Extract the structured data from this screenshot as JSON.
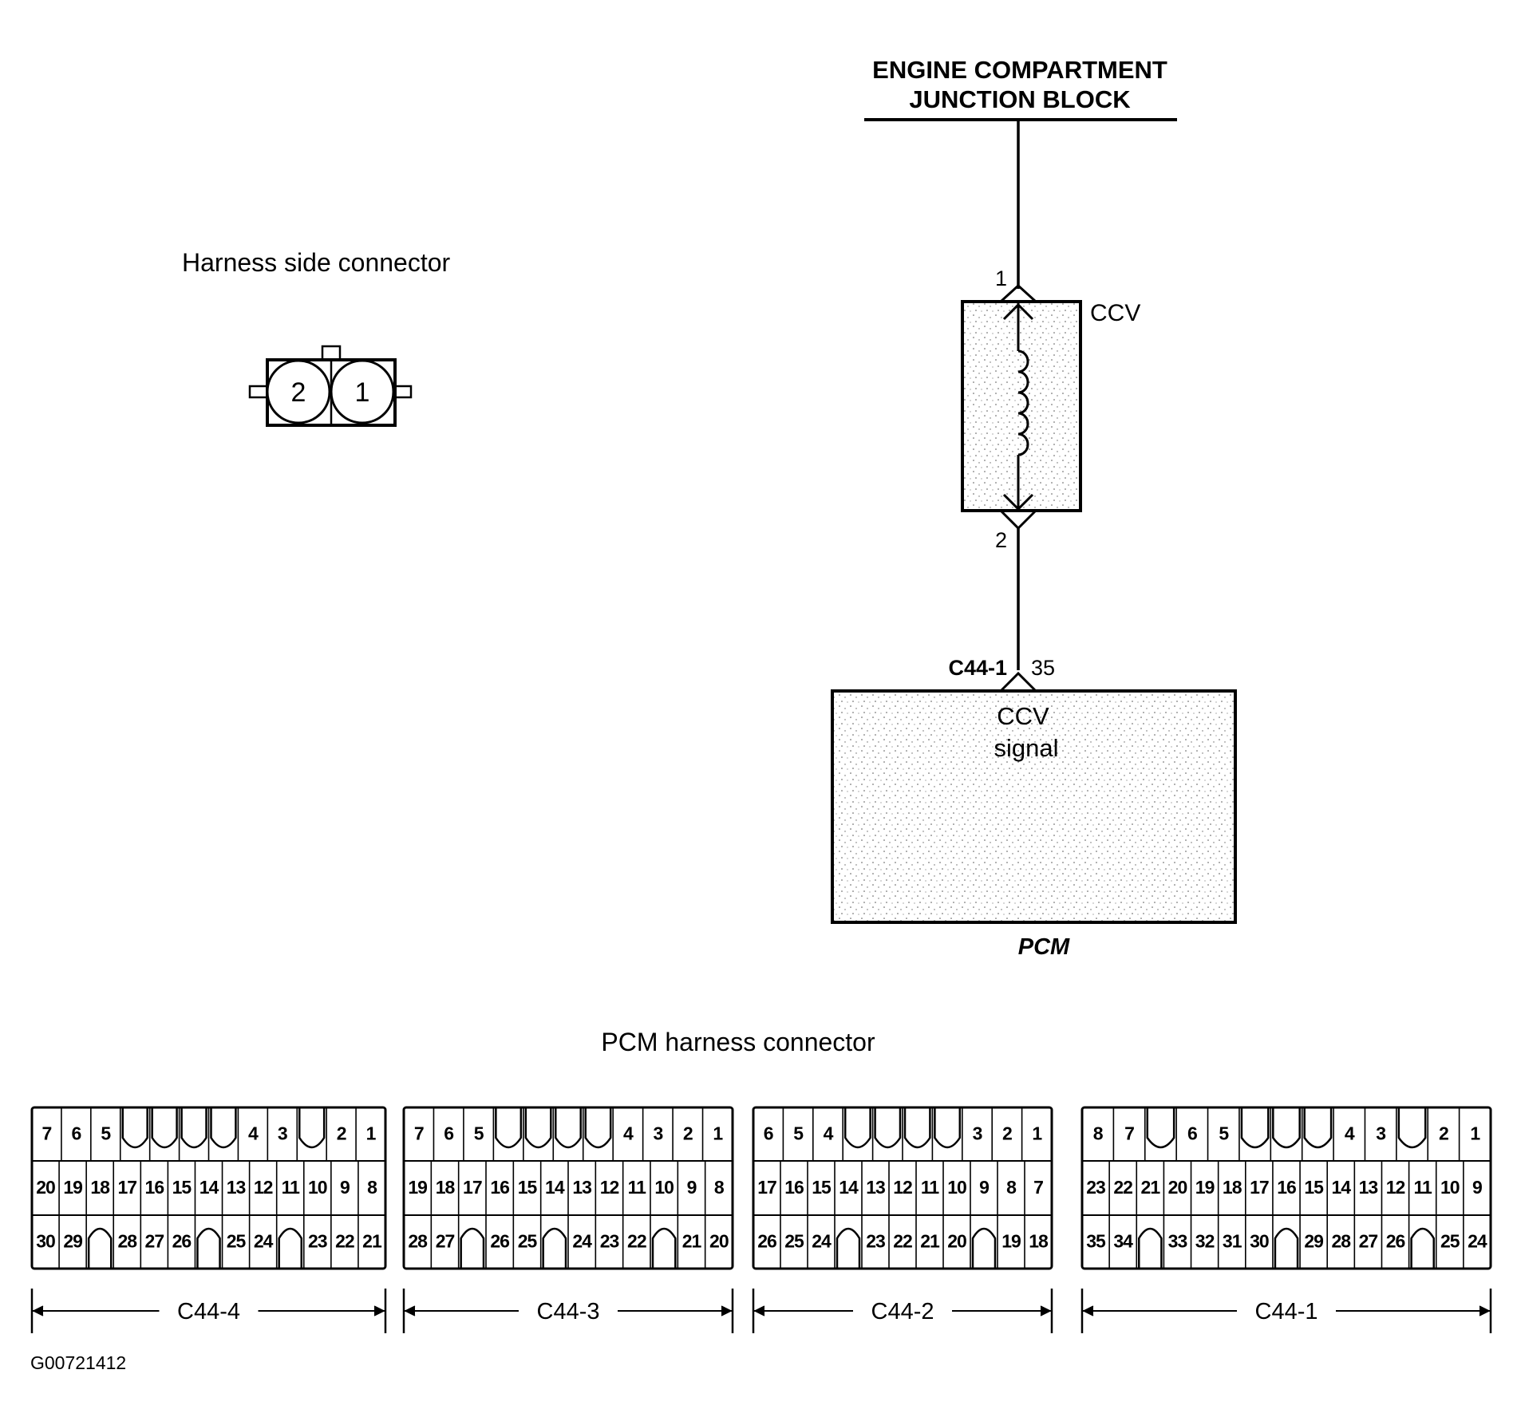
{
  "junction_block": {
    "line1": "ENGINE COMPARTMENT",
    "line2": "JUNCTION  BLOCK"
  },
  "harness_side": {
    "title": "Harness side connector",
    "pins": [
      "2",
      "1"
    ]
  },
  "ccv_component": {
    "label": "CCV",
    "pin_top": "1",
    "pin_bottom": "2"
  },
  "pcm_terminal": {
    "connector": "C44-1",
    "pin": "35"
  },
  "pcm_box": {
    "signal_line1": "CCV",
    "signal_line2": "signal",
    "label": "PCM"
  },
  "pcm_connector": {
    "title": "PCM harness connector",
    "connectors": [
      {
        "name": "C44-4",
        "row1": [
          "7",
          "6",
          "5",
          "",
          "",
          "",
          "",
          "4",
          "3",
          "",
          "2",
          "1"
        ],
        "row2": [
          "20",
          "19",
          "18",
          "17",
          "16",
          "15",
          "14",
          "13",
          "12",
          "11",
          "10",
          "9",
          "8"
        ],
        "row3": [
          "30",
          "29",
          "",
          "28",
          "27",
          "26",
          "",
          "25",
          "24",
          "",
          "23",
          "22",
          "21"
        ]
      },
      {
        "name": "C44-3",
        "row1": [
          "7",
          "6",
          "5",
          "",
          "",
          "",
          "",
          "4",
          "3",
          "2",
          "1"
        ],
        "row2": [
          "19",
          "18",
          "17",
          "16",
          "15",
          "14",
          "13",
          "12",
          "11",
          "10",
          "9",
          "8"
        ],
        "row3": [
          "28",
          "27",
          "",
          "26",
          "25",
          "",
          "24",
          "23",
          "22",
          "",
          "21",
          "20"
        ]
      },
      {
        "name": "C44-2",
        "row1": [
          "6",
          "5",
          "4",
          "",
          "",
          "",
          "",
          "3",
          "2",
          "1"
        ],
        "row2": [
          "17",
          "16",
          "15",
          "14",
          "13",
          "12",
          "11",
          "10",
          "9",
          "8",
          "7"
        ],
        "row3": [
          "26",
          "25",
          "24",
          "",
          "23",
          "22",
          "21",
          "20",
          "",
          "19",
          "18"
        ]
      },
      {
        "name": "C44-1",
        "row1": [
          "8",
          "7",
          "",
          "6",
          "5",
          "",
          "",
          "",
          "4",
          "3",
          "",
          "2",
          "1"
        ],
        "row2": [
          "23",
          "22",
          "21",
          "20",
          "19",
          "18",
          "17",
          "16",
          "15",
          "14",
          "13",
          "12",
          "11",
          "10",
          "9"
        ],
        "row3": [
          "35",
          "34",
          "",
          "33",
          "32",
          "31",
          "30",
          "",
          "29",
          "28",
          "27",
          "26",
          "",
          "25",
          "24"
        ]
      }
    ]
  },
  "figure_code": "G00721412"
}
